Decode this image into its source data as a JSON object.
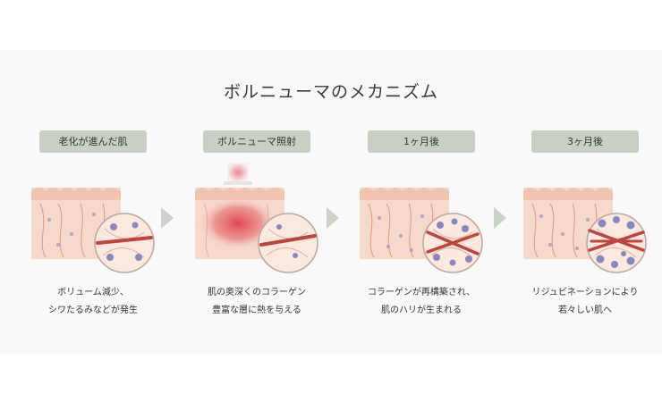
{
  "title": "ボルニューマのメカニズム",
  "steps": [
    {
      "badge": "老化が進んだ肌",
      "caption_line1": "ボリューム減少、",
      "caption_line2": "シワたるみなどが発生",
      "state": "aged"
    },
    {
      "badge": "ボルニューマ照射",
      "caption_line1": "肌の奥深くのコラーゲン",
      "caption_line2": "豊富な層に熱を与える",
      "state": "treatment"
    },
    {
      "badge": "1ヶ月後",
      "caption_line1": "コラーゲンが再構築され、",
      "caption_line2": "肌のハリが生まれる",
      "state": "one-month"
    },
    {
      "badge": "3ヶ月後",
      "caption_line1": "リジュビネーションにより",
      "caption_line2": "若々しい肌へ",
      "state": "three-months"
    }
  ],
  "colors": {
    "badge_bg": "#c7d0c2",
    "skin": "#f6d9cb",
    "epidermis": "#f1c4b0",
    "collagen": "#c0443e",
    "cells": "#8a86c0",
    "heat": "#e0404a",
    "arrow": "#c9d3c6"
  }
}
